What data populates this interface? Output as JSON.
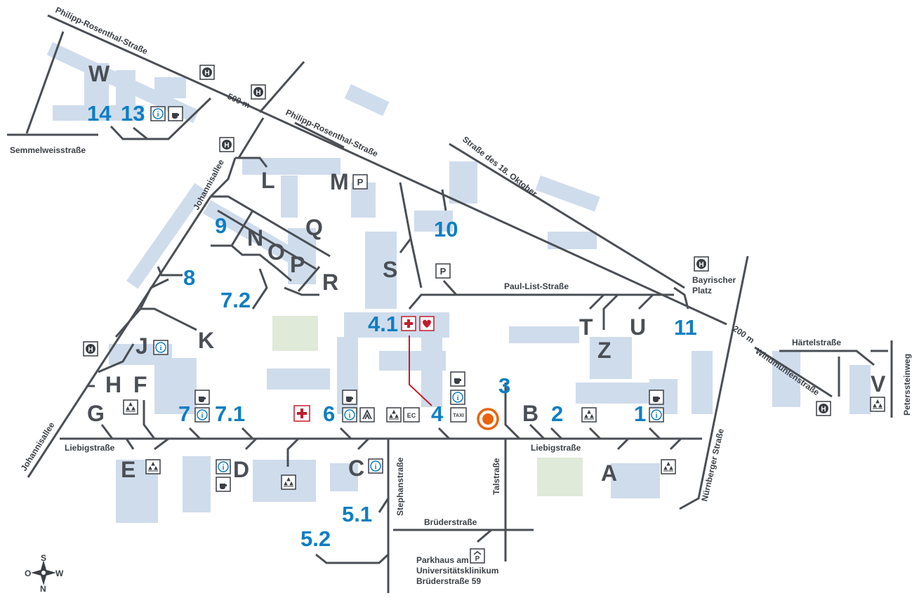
{
  "streets": {
    "philipp_rosenthal_top": "Philipp-Rosenthal-Straße",
    "philipp_rosenthal_mid": "Philipp-Rosenthal-Straße",
    "scale_500": "500 m",
    "scale_200": "200 m",
    "semmelweiss": "Semmelweisstraße",
    "johannisallee_top": "Johannisallee",
    "johannisallee_bottom": "Johannisallee",
    "strasse_18_oktober": "Straße des 18. Oktober",
    "paul_list": "Paul-List-Straße",
    "bayrischer_platz_1": "Bayrischer",
    "bayrischer_platz_2": "Platz",
    "haertelstrasse": "Härtelstraße",
    "windmuehlenstrasse": "Windmühlenstraße",
    "peterssteinweg": "Peterssteinweg",
    "nuernberger": "Nürnberger Straße",
    "liebig_left": "Liebigstraße",
    "liebig_right": "Liebigstraße",
    "stephanstrasse": "Stephanstraße",
    "talstrasse": "Talstraße",
    "bruederstrasse": "Brüderstraße",
    "parkhaus_1": "Parkhaus am",
    "parkhaus_2": "Universitätsklinikum",
    "parkhaus_3": "Brüderstraße 59"
  },
  "buildings_letters": [
    "W",
    "L",
    "M",
    "Q",
    "N",
    "O",
    "P",
    "R",
    "S",
    "K",
    "J",
    "H",
    "F",
    "G",
    "E",
    "D",
    "C",
    "B",
    "A",
    "T",
    "U",
    "Z",
    "V"
  ],
  "buildings_numbers": [
    "14",
    "13",
    "9",
    "10",
    "8",
    "7.2",
    "4.1",
    "11",
    "3",
    "7",
    "7.1",
    "6",
    "4",
    "2",
    "1",
    "5.1",
    "5.2"
  ],
  "compass": {
    "s": "S",
    "o": "O",
    "w": "W",
    "n": "N"
  },
  "icons": {
    "h": "H",
    "p": "P",
    "i": "i",
    "ec": "EC",
    "taxi": "TAXI"
  },
  "colors": {
    "blue": "#0d7ec2",
    "dark": "#4a4f55",
    "red": "#c41b2d",
    "orange": "#e8640e",
    "bg": "#cfdcec",
    "green": "#dfead8"
  }
}
